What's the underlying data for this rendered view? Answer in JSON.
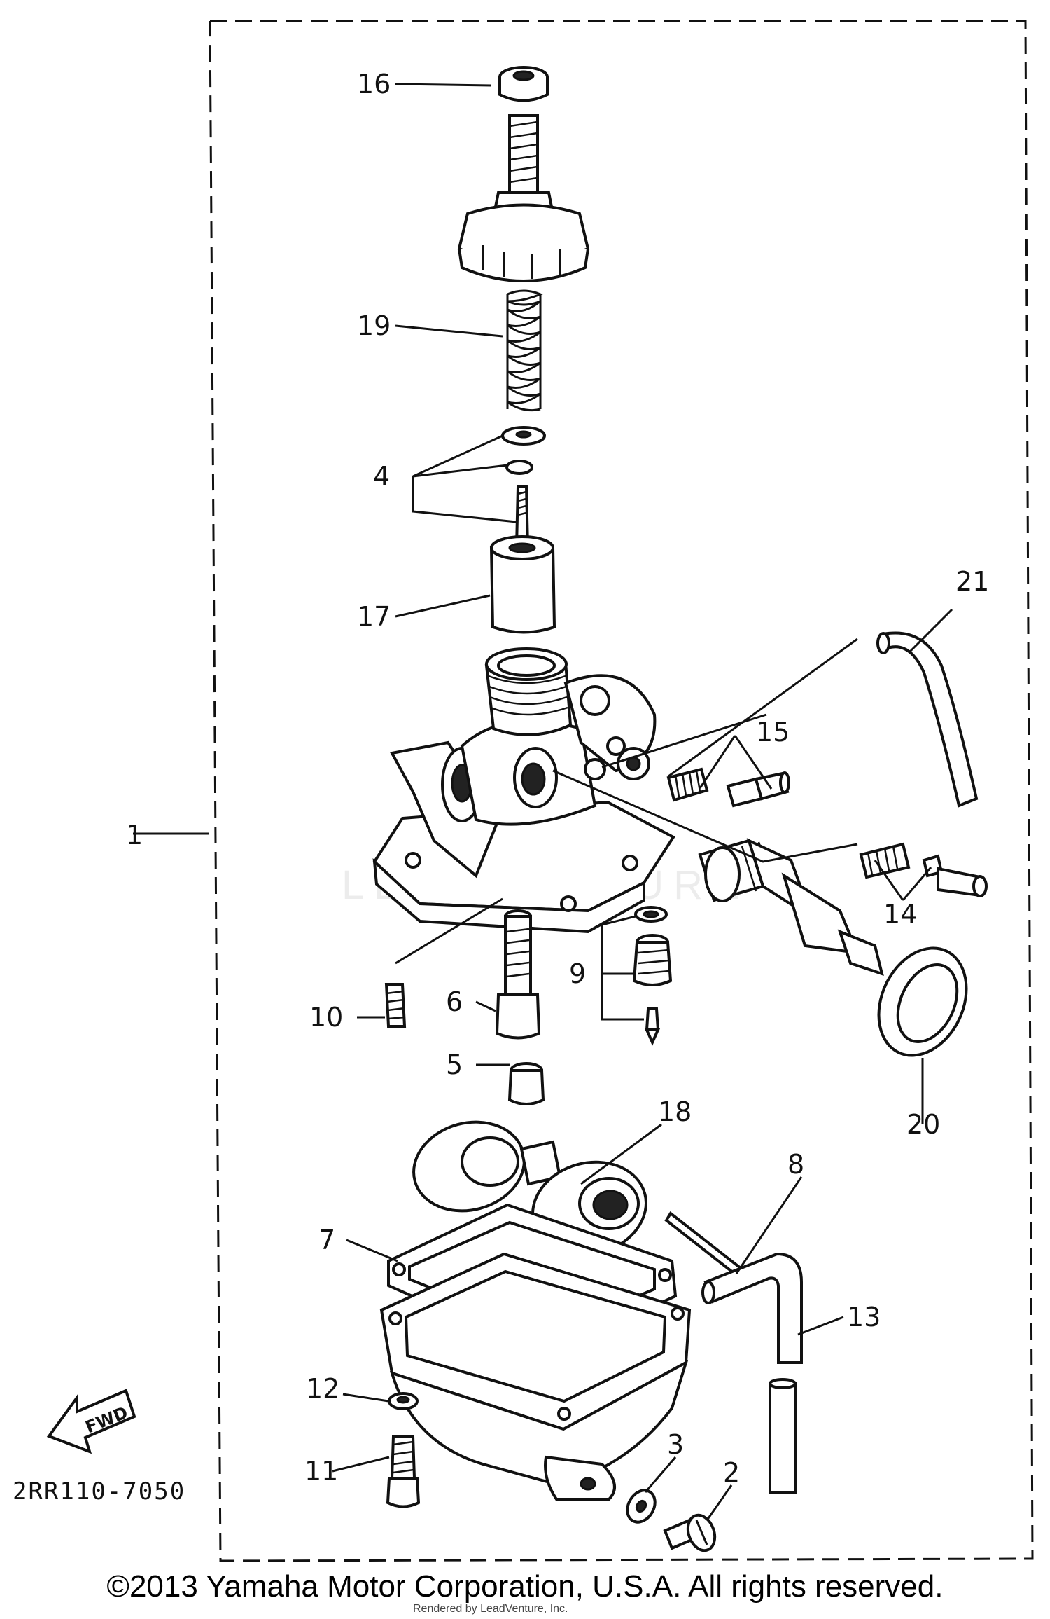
{
  "diagram": {
    "ref_code": "2RR110-7050",
    "fwd_label": "FWD",
    "watermark": "LEADVENTURE",
    "callouts": [
      "16",
      "19",
      "4",
      "17",
      "21",
      "15",
      "1",
      "14",
      "10",
      "6",
      "9",
      "5",
      "20",
      "18",
      "8",
      "7",
      "13",
      "12",
      "3",
      "2",
      "11"
    ]
  },
  "footer": {
    "copyright": "©2013 Yamaha Motor Corporation, U.S.A. All rights reserved.",
    "rendered_by": "Rendered by LeadVenture, Inc."
  }
}
